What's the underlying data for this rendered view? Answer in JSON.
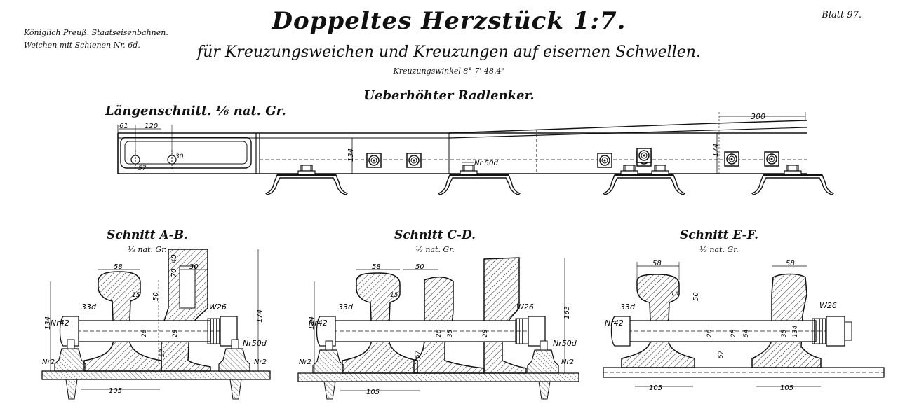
{
  "header": {
    "title": "Doppeltes Herzstück 1:7.",
    "subtitle": "für Kreuzungsweichen und Kreuzungen auf eisernen Schwellen.",
    "angle": "Kreuzungswinkel 8° 7' 48,4\"",
    "sheet": "Blatt 97.",
    "railway_line1": "Königlich Preuß. Staatseisenbahnen.",
    "railway_line2": "Weichen mit Schienen Nr. 6d.",
    "heading": "Ueberhöhter Radlenker."
  },
  "longitudinal": {
    "label": "Längenschnitt. ⅙ nat. Gr.",
    "dim_61": "61",
    "dim_120": "120",
    "dim_300": "300",
    "dim_134": "134",
    "dim_174": "174",
    "dim_30": "30",
    "dim_57": "57",
    "ref_nr50d": "Nr 50d"
  },
  "sections": [
    {
      "title": "Schnitt A-B.",
      "scale": "⅓ nat. Gr.",
      "labels": {
        "d58": "58",
        "d70": "70",
        "d40": "40",
        "d30": "30",
        "d15": "15",
        "d50": "50",
        "d134": "134",
        "d174": "174",
        "d105": "105",
        "d57": "57",
        "d26": "26",
        "d28": "28",
        "r33d": "33d",
        "nr42": "Nr42",
        "w26": "W26",
        "nr50d": "Nr50d",
        "nr2a": "Nr2",
        "nr2b": "Nr2"
      }
    },
    {
      "title": "Schnitt C-D.",
      "scale": "⅓ nat. Gr.",
      "labels": {
        "d58": "58",
        "d50": "50",
        "d15": "15",
        "d134": "134",
        "d163": "163",
        "d105": "105",
        "d26": "26",
        "d28": "28",
        "d35": "35",
        "d57": "57",
        "r33d": "33d",
        "nr42": "Nr42",
        "w26": "W26",
        "nr50d": "Nr50d",
        "nr2a": "Nr2",
        "nr2b": "Nr2"
      }
    },
    {
      "title": "Schnitt E-F.",
      "scale": "⅓ nat. Gr.",
      "labels": {
        "d58": "58",
        "d58b": "58",
        "d15": "15",
        "d50": "50",
        "d105": "105",
        "d105b": "105",
        "d26": "26",
        "d28": "28",
        "d54": "54",
        "d57": "57",
        "d35": "35",
        "d134": "134",
        "r33d": "33d",
        "nr42": "Nr42",
        "w26": "W26"
      }
    }
  ]
}
